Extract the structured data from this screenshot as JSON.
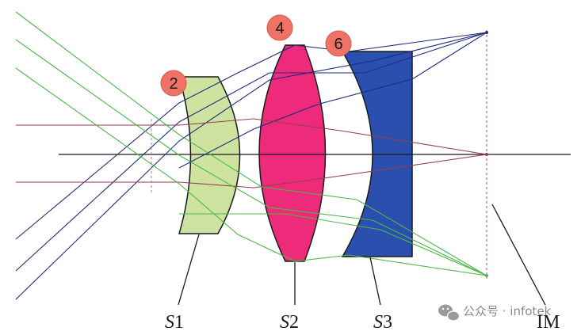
{
  "surface_markers": [
    {
      "id": "surface-2",
      "label": "2"
    },
    {
      "id": "surface-4",
      "label": "4"
    },
    {
      "id": "surface-6",
      "label": "6"
    }
  ],
  "lens_labels": {
    "s1": {
      "letter": "S",
      "number": "1"
    },
    "s2": {
      "letter": "S",
      "number": "2"
    },
    "s3": {
      "letter": "S",
      "number": "3"
    },
    "image_plane": "IM"
  },
  "watermark": {
    "text": "公众号 · infotek"
  },
  "colors": {
    "lens_s1": "#cfe3a0",
    "lens_s2": "#ee2b7a",
    "lens_s3": "#2a4fae",
    "marker_fill": "#ee7266",
    "ray_blue": "#1c2d7a",
    "ray_red": "#9a3a55",
    "ray_green": "#4bb848"
  }
}
